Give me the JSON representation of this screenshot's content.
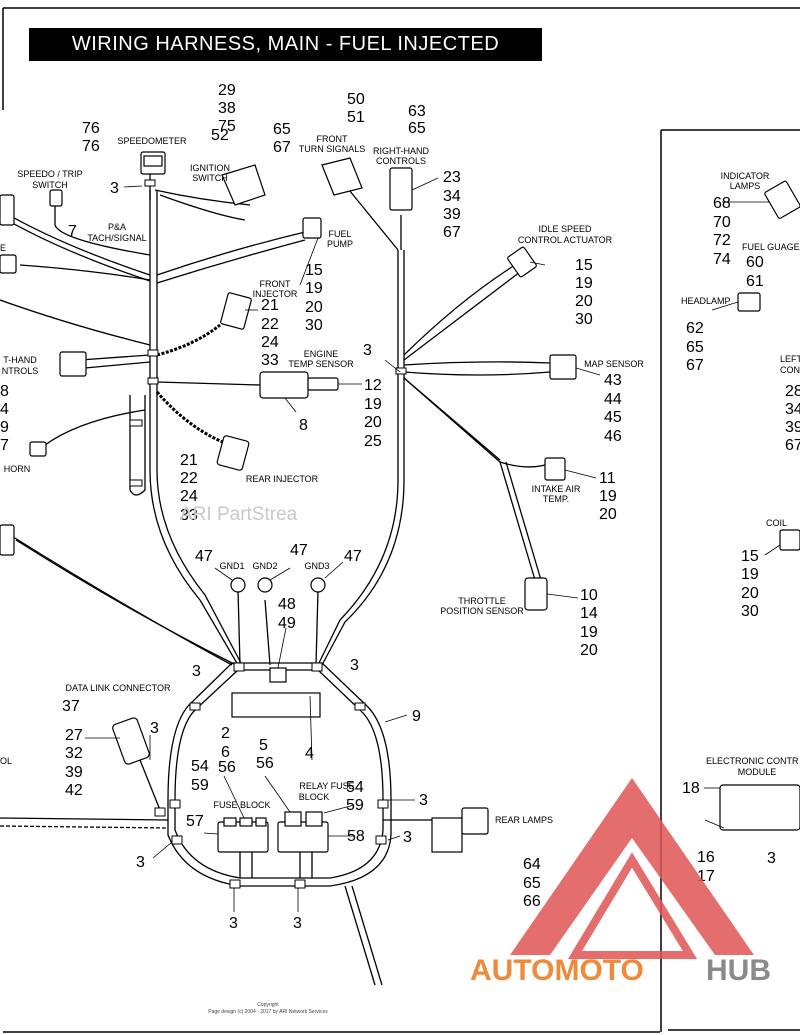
{
  "title": "WIRING HARNESS, MAIN - FUEL INJECTED",
  "watermark": "ARI PartStrea",
  "copyright": {
    "line1": "Copyright",
    "line2": "Page design (c) 2004 - 2017 by ARI Network Services"
  },
  "brand": {
    "part1": "AUTOMOTO",
    "part2": "HUB",
    "color_primary": "#f08a3a",
    "color_secondary": "#8a8a8a",
    "logo_color": "#e05555"
  },
  "components": {
    "speedometer": "SPEEDOMETER",
    "speedo_trip_switch": [
      "SPEEDO / TRIP",
      "SWITCH"
    ],
    "ignition_switch": [
      "IGNITION",
      "SWITCH"
    ],
    "front_turn_signals": [
      "FRONT",
      "TURN SIGNALS"
    ],
    "right_hand_controls": [
      "RIGHT-HAND",
      "CONTROLS"
    ],
    "pa_tach_signal": [
      "P&A",
      "TACH/SIGNAL"
    ],
    "fuel_pump": [
      "FUEL",
      "PUMP"
    ],
    "idle_speed_control_actuator": [
      "IDLE SPEED",
      "CONTROL ACTUATOR"
    ],
    "front_injector": [
      "FRONT",
      "INJECTOR"
    ],
    "left_hand_controls": [
      "T-HAND",
      "NTROLS"
    ],
    "engine_temp_sensor": [
      "ENGINE",
      "TEMP SENSOR"
    ],
    "map_sensor": "MAP SENSOR",
    "horn": "HORN",
    "rear_injector": "REAR INJECTOR",
    "intake_air_temp": [
      "INTAKE AIR",
      "TEMP."
    ],
    "gnd1": "GND1",
    "gnd2": "GND2",
    "gnd3": "GND3",
    "throttle_position_sensor": [
      "THROTTLE",
      "POSITION SENSOR"
    ],
    "data_link_connector": "DATA LINK CONNECTOR",
    "relay_fuse_block": [
      "RELAY FUSE",
      "BLOCK"
    ],
    "fuse_block": "FUSE BLOCK",
    "rear_lamps": "REAR LAMPS",
    "partial_e": "E",
    "partial_ol": "OL",
    "indicator_lamps": [
      "INDICATOR",
      "LAMPS"
    ],
    "fuel_guage": "FUEL GUAGE",
    "headlamp": "HEADLAMP",
    "left_controls_partial": [
      "LEFT",
      "CON"
    ],
    "coil": "COIL",
    "electronic_control_module": [
      "ELECTRONIC CONTR",
      "MODULE"
    ]
  },
  "callouts": {
    "top_a": [
      "29",
      "38",
      "75"
    ],
    "top_b": [
      "52"
    ],
    "top_c": [
      "50",
      "51"
    ],
    "top_d": [
      "63",
      "65"
    ],
    "top_e": [
      "65",
      "67"
    ],
    "top_f": [
      "76",
      "76"
    ],
    "speedo_3": "3",
    "speedo_trip_7": "7",
    "rh_controls": [
      "23",
      "34",
      "39",
      "67"
    ],
    "fuel_pump": [
      "15",
      "19",
      "20",
      "30"
    ],
    "idle_speed": [
      "15",
      "19",
      "20",
      "30"
    ],
    "front_injector": [
      "21",
      "22",
      "24",
      "33"
    ],
    "lh_controls": [
      "8",
      "4",
      "9",
      "7"
    ],
    "center_3": "3",
    "engine_temp": [
      "12",
      "19",
      "20",
      "25"
    ],
    "engine_temp_8": "8",
    "map_sensor": [
      "43",
      "44",
      "45",
      "46"
    ],
    "rear_injector": [
      "21",
      "22",
      "24",
      "33"
    ],
    "intake_air": [
      "11",
      "19",
      "20"
    ],
    "gnd": [
      "47",
      "47",
      "47"
    ],
    "gnd_48_49": [
      "48",
      "49"
    ],
    "throttle": [
      "10",
      "14",
      "19",
      "20"
    ],
    "loop_3_left": "3",
    "loop_3_right": "3",
    "dlc_37": "37",
    "dlc_list": [
      "27",
      "32",
      "39",
      "42"
    ],
    "dlc_3": "3",
    "nine": "9",
    "center_2_6": [
      "2",
      "6"
    ],
    "center_5_56": [
      "5",
      "56"
    ],
    "center_4": "4",
    "fuse_54_59": [
      "54",
      "59"
    ],
    "fuse_56": "56",
    "fuse_57": "57",
    "relay_54_59": [
      "54",
      "59"
    ],
    "relay_58": "58",
    "right_3_a": "3",
    "bottom_3": [
      "3",
      "3",
      "3",
      "3"
    ],
    "rear_lamps": [
      "64",
      "65",
      "66"
    ],
    "indicator_lamps": [
      "68",
      "70",
      "72",
      "74"
    ],
    "fuel_guage": [
      "60",
      "61"
    ],
    "headlamp": [
      "62",
      "65",
      "67"
    ],
    "left_controls_right": [
      "28",
      "34",
      "39",
      "67"
    ],
    "coil": [
      "15",
      "19",
      "20",
      "30"
    ],
    "ecm_18": "18",
    "ecm_16_17": [
      "16",
      "17"
    ],
    "ecm_3": "3"
  }
}
